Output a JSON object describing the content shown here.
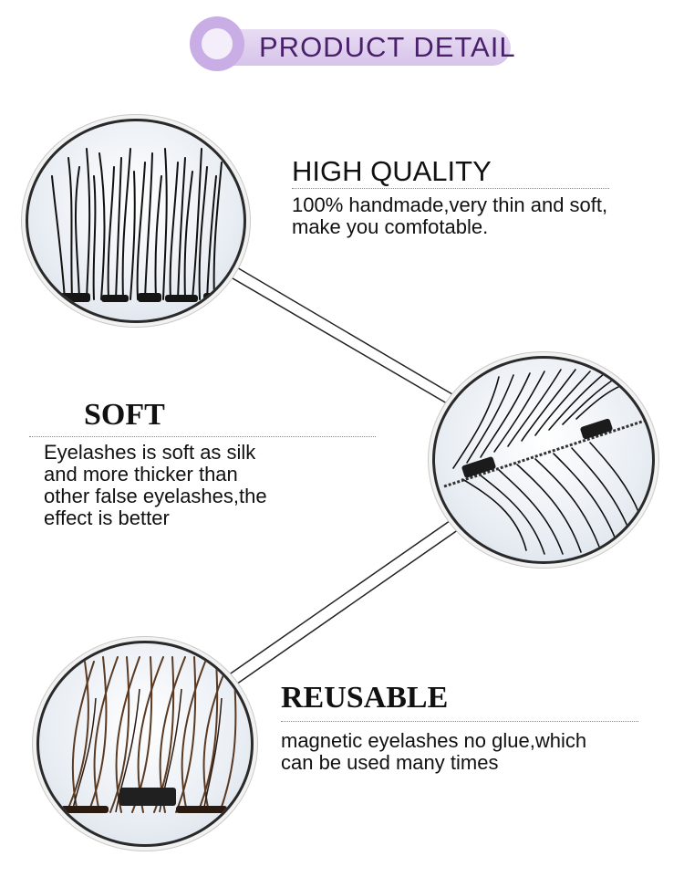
{
  "header": {
    "title": "PRODUCT DETAIL"
  },
  "sections": {
    "high_quality": {
      "title": "HIGH QUALITY",
      "lines": [
        "100% handmade,very thin and soft,",
        "make you comfotable."
      ]
    },
    "soft": {
      "title": "SOFT",
      "lines": [
        "Eyelashes is soft as silk",
        "and more thicker than",
        "other false eyelashes,the",
        "effect is better"
      ]
    },
    "reusable": {
      "title": "REUSABLE",
      "lines": [
        "magnetic eyelashes no glue,which",
        "can be used many times"
      ]
    }
  },
  "colors": {
    "accent": "#4a1f6b",
    "pill": "#d7c4ea",
    "ring": "#c9aee6"
  },
  "images": {
    "top": "black-eyelash-closeup",
    "middle": "magnetic-eyelash-strip",
    "bottom": "brown-eyelash-with-magnet"
  }
}
